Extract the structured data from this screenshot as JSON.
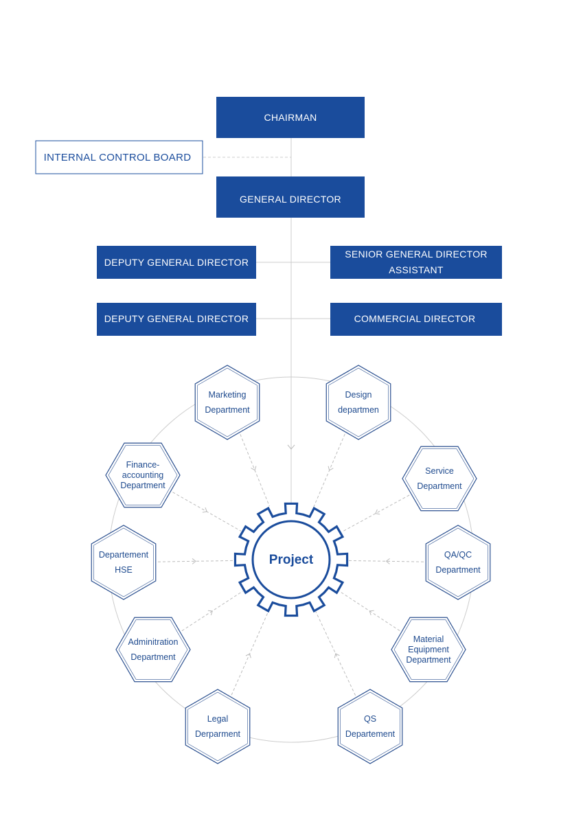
{
  "colors": {
    "primary": "#1a4c9c",
    "hex_stroke": "#2a4f8f",
    "line": "#cccccc",
    "dash": "#bbbbbb",
    "box_text": "#ffffff"
  },
  "hierarchy": {
    "chairman": "CHAIRMAN",
    "internal_control_board": "INTERNAL CONTROL BOARD",
    "general_director": "GENERAL DIRECTOR",
    "deputy_general_director_1": "DEPUTY GENERAL DIRECTOR",
    "senior_assistant_line1": "SENIOR GENERAL DIRECTOR",
    "senior_assistant_line2": "ASSISTANT",
    "deputy_general_director_2": "DEPUTY GENERAL DIRECTOR",
    "commercial_director": "COMMERCIAL DIRECTOR"
  },
  "center": {
    "label": "Project"
  },
  "departments": [
    {
      "id": "marketing",
      "lines": [
        "Marketing",
        "Department"
      ]
    },
    {
      "id": "design",
      "lines": [
        "Design",
        "departmen"
      ]
    },
    {
      "id": "service",
      "lines": [
        "Service",
        "Department"
      ]
    },
    {
      "id": "qaqc",
      "lines": [
        "QA/QC",
        "Department"
      ]
    },
    {
      "id": "material-equipment",
      "lines": [
        "Material",
        "Equipment",
        "Department"
      ]
    },
    {
      "id": "qs",
      "lines": [
        "QS",
        "Departement"
      ]
    },
    {
      "id": "legal",
      "lines": [
        "Legal",
        "Derparment"
      ]
    },
    {
      "id": "administration",
      "lines": [
        "Adminitration",
        "Department"
      ]
    },
    {
      "id": "hse",
      "lines": [
        "Departement",
        "HSE"
      ]
    },
    {
      "id": "finance-accounting",
      "lines": [
        "Finance-",
        "accounting",
        "Department"
      ]
    }
  ]
}
